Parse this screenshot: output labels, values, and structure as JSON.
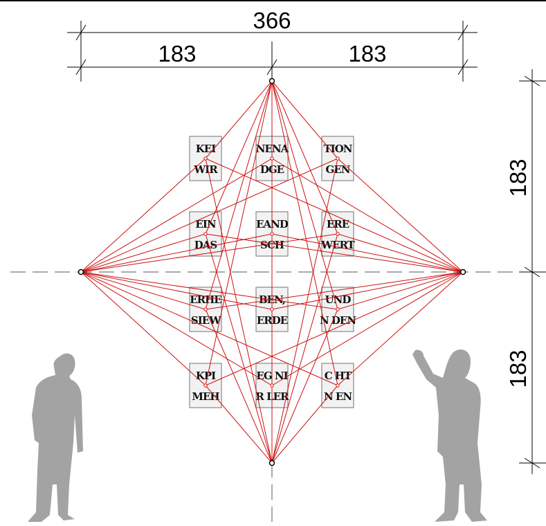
{
  "dimensions": {
    "total_width": "366",
    "left_half": "183",
    "right_half": "183",
    "upper_height": "183",
    "lower_height": "183"
  },
  "panels": [
    {
      "line1": "KEI",
      "line2": "WIR"
    },
    {
      "line1": "NENA",
      "line2": "DGE"
    },
    {
      "line1": "TION",
      "line2": "GEN"
    },
    {
      "line1": "EIN",
      "line2": "DAS"
    },
    {
      "line1": "EAND",
      "line2": "SCH"
    },
    {
      "line1": "ERE",
      "line2": "WERT"
    },
    {
      "line1": "ERHE",
      "line2": "SIEW"
    },
    {
      "line1": "BEN,",
      "line2": "ERDE"
    },
    {
      "line1": "UND",
      "line2": "N DEN"
    },
    {
      "line1": "KPI",
      "line2": "MEH"
    },
    {
      "line1": "EG NI",
      "line2": "R LER"
    },
    {
      "line1": "C HT",
      "line2": "N EN"
    }
  ],
  "colors": {
    "string_lines": "#cc1111",
    "figures": "#a3a3a3",
    "panel_border": "#888888",
    "panel_fill": "#f2f2f2"
  }
}
